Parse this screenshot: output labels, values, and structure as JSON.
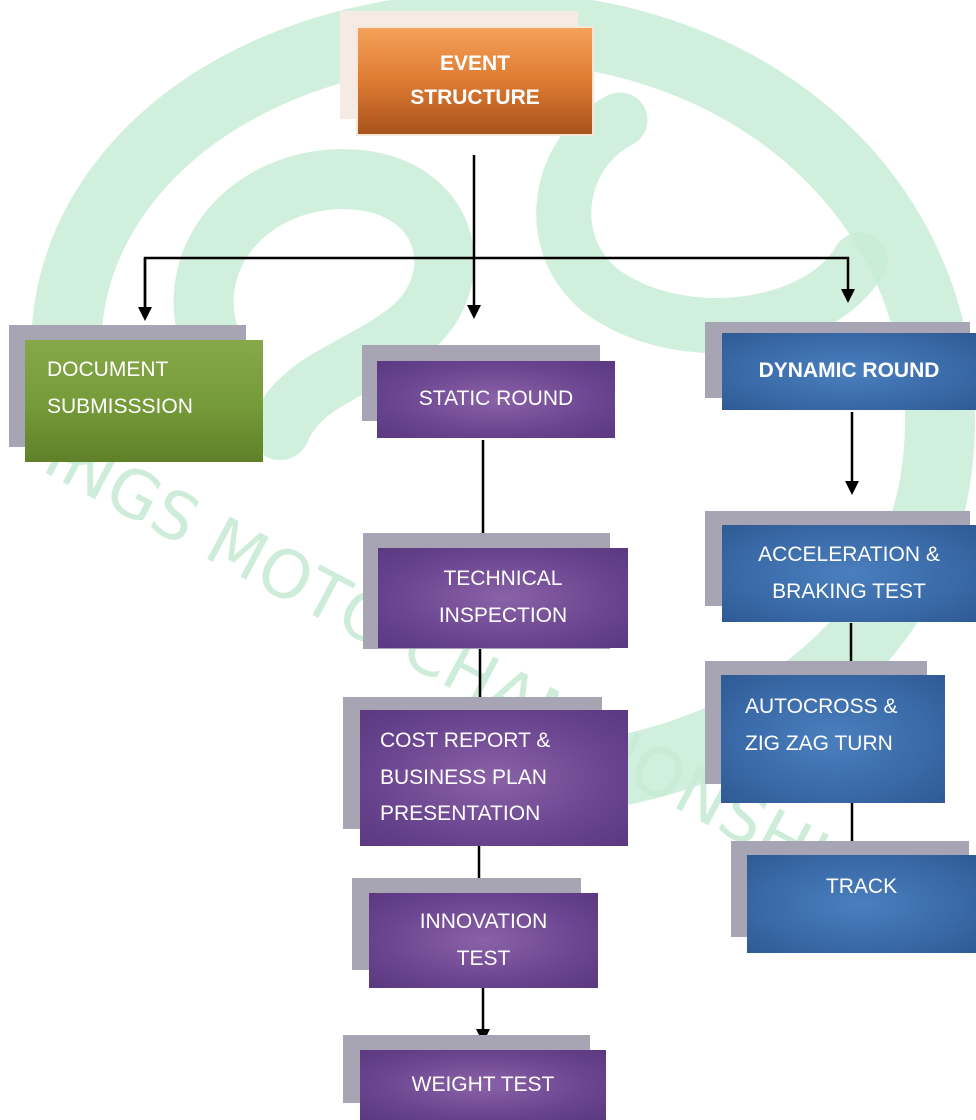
{
  "root": {
    "lines": [
      "EVENT",
      "STRUCTURE"
    ]
  },
  "branches": {
    "document": {
      "lines": [
        "DOCUMENT",
        "SUBMISSSION"
      ]
    },
    "static": {
      "label": "STATIC ROUND"
    },
    "dynamic": {
      "label": "DYNAMIC ROUND"
    }
  },
  "static_steps": [
    {
      "lines": [
        "TECHNICAL",
        "INSPECTION"
      ]
    },
    {
      "lines": [
        "COST REPORT &",
        "BUSINESS PLAN",
        "PRESENTATION"
      ]
    },
    {
      "lines": [
        "INNOVATION",
        "TEST"
      ]
    },
    {
      "lines": [
        "WEIGHT TEST"
      ]
    }
  ],
  "dynamic_steps": [
    {
      "lines": [
        "ACCELERATION &",
        "BRAKING TEST"
      ]
    },
    {
      "lines": [
        "AUTOCROSS &",
        "ZIG ZAG TURN"
      ]
    },
    {
      "lines": [
        "TRACK"
      ]
    }
  ],
  "watermark": {
    "text": "INGS MOTO CHAMPIONSHIP"
  },
  "colors": {
    "root": "#de7b32",
    "document": "#759a38",
    "static": "#6b4590",
    "dynamic": "#3a6aa8",
    "watermark": "#c8ecd6",
    "shadow": "#a7a4b4"
  }
}
